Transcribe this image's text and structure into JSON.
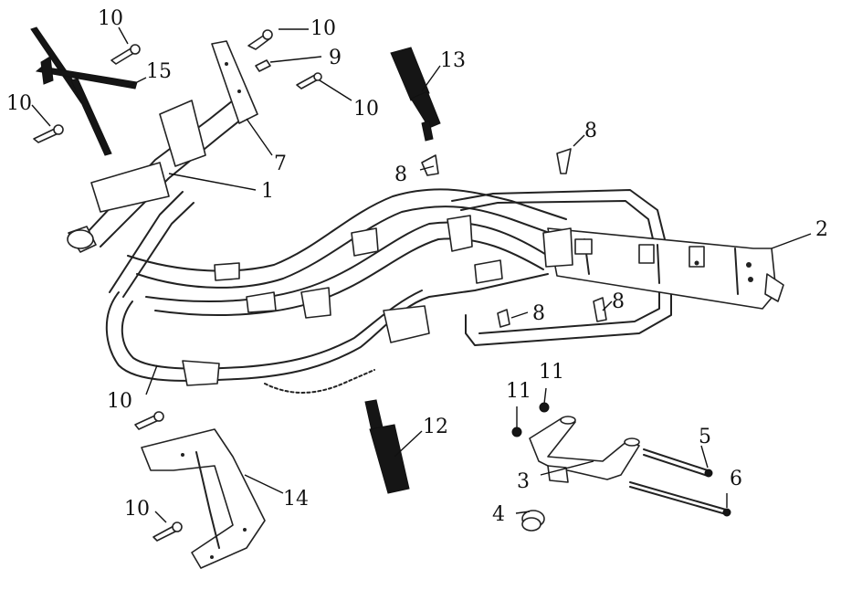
{
  "diagram": {
    "callouts": [
      {
        "id": "c1",
        "text": "1"
      },
      {
        "id": "c2",
        "text": "2"
      },
      {
        "id": "c3",
        "text": "3"
      },
      {
        "id": "c4",
        "text": "4"
      },
      {
        "id": "c5",
        "text": "5"
      },
      {
        "id": "c6",
        "text": "6"
      },
      {
        "id": "c7",
        "text": "7"
      },
      {
        "id": "c8a",
        "text": "8"
      },
      {
        "id": "c8b",
        "text": "8"
      },
      {
        "id": "c8c",
        "text": "8"
      },
      {
        "id": "c8d",
        "text": "8"
      },
      {
        "id": "c9",
        "text": "9"
      },
      {
        "id": "c10a",
        "text": "10"
      },
      {
        "id": "c10b",
        "text": "10"
      },
      {
        "id": "c10c",
        "text": "10"
      },
      {
        "id": "c10d",
        "text": "10"
      },
      {
        "id": "c10e",
        "text": "10"
      },
      {
        "id": "c10f",
        "text": "10"
      },
      {
        "id": "c11a",
        "text": "11"
      },
      {
        "id": "c11b",
        "text": "11"
      },
      {
        "id": "c12",
        "text": "12"
      },
      {
        "id": "c13",
        "text": "13"
      },
      {
        "id": "c14",
        "text": "14"
      },
      {
        "id": "c15",
        "text": "15"
      }
    ]
  }
}
